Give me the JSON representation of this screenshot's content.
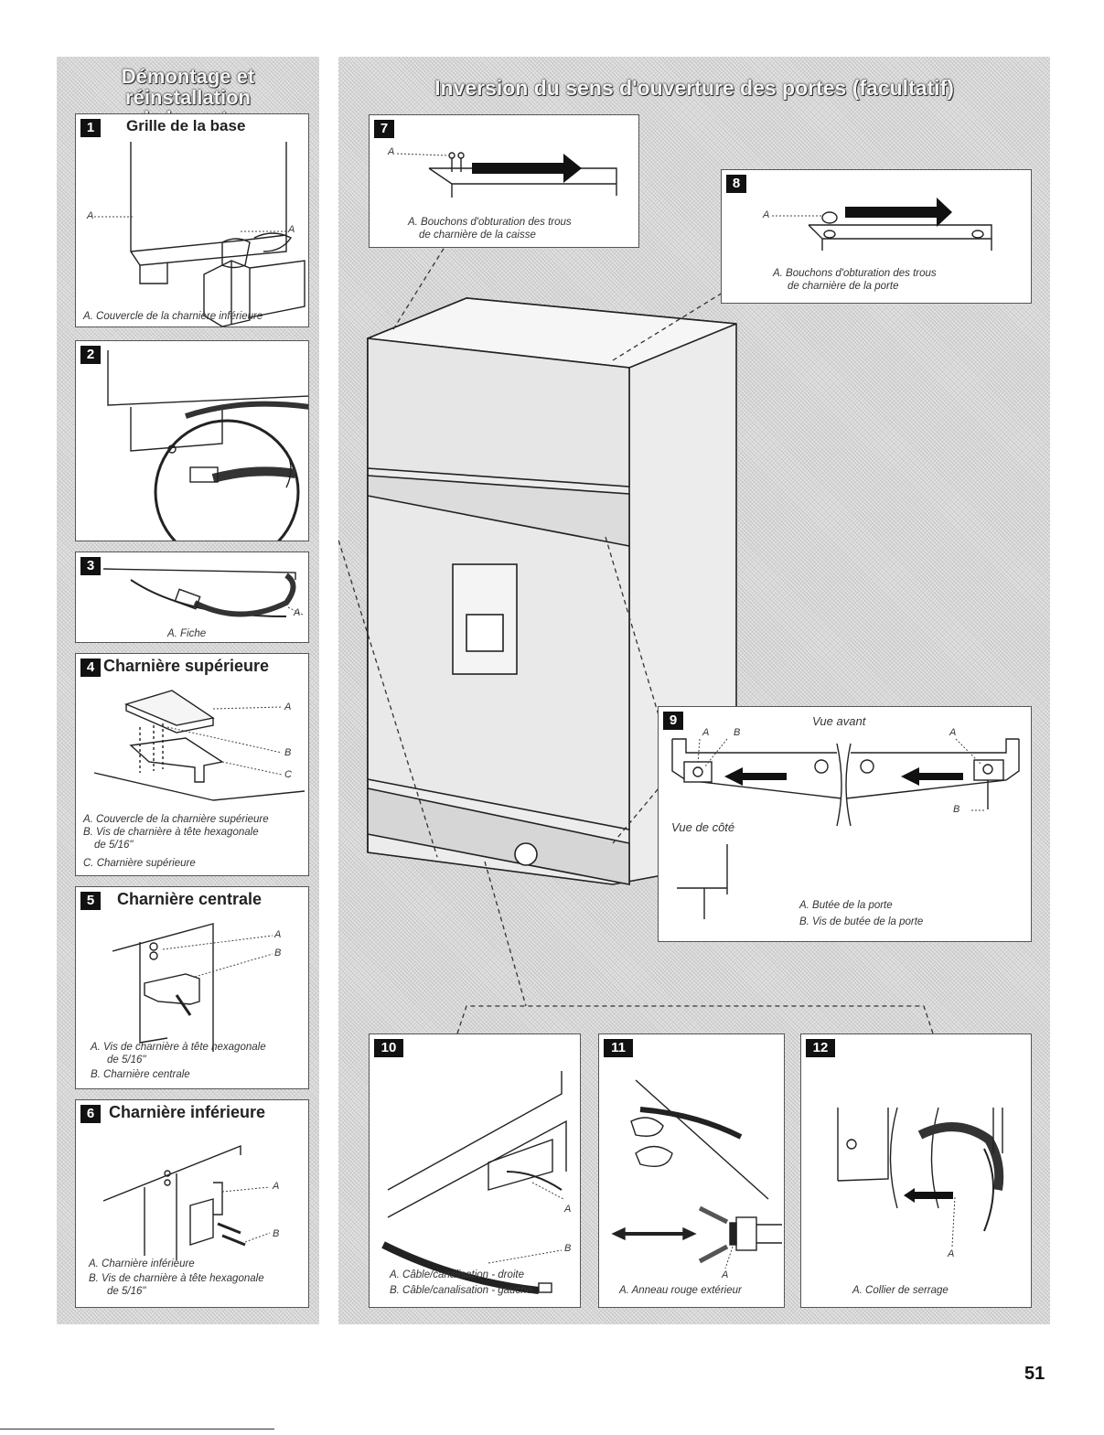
{
  "left_section": {
    "title_line1": "Démontage et réinstallation",
    "title_line2": "de la porte",
    "steps": [
      {
        "number": "1",
        "title": "Grille de la base",
        "labels": [
          "A",
          "A"
        ],
        "captions": [
          "A. Couvercle de la charnière inférieure"
        ]
      },
      {
        "number": "2"
      },
      {
        "number": "3",
        "labels": [
          "A"
        ],
        "captions": [
          "A. Fiche"
        ]
      },
      {
        "number": "4",
        "title": "Charnière supérieure",
        "labels": [
          "A",
          "B",
          "C"
        ],
        "captions": [
          "A. Couvercle de la charnière supérieure",
          "B. Vis de charnière à tête hexagonale",
          "de 5/16\"",
          "C. Charnière supérieure"
        ]
      },
      {
        "number": "5",
        "title": "Charnière centrale",
        "labels": [
          "A",
          "B"
        ],
        "captions": [
          "A. Vis de charnière à tête hexagonale",
          "de 5/16\"",
          "B. Charnière centrale"
        ]
      },
      {
        "number": "6",
        "title": "Charnière inférieure",
        "labels": [
          "A",
          "B"
        ],
        "captions": [
          "A. Charnière inférieure",
          "B. Vis de charnière à tête hexagonale",
          "de 5/16\""
        ]
      }
    ]
  },
  "right_section": {
    "title": "Inversion du sens d'ouverture des portes (facultatif)",
    "steps": [
      {
        "number": "7",
        "labels": [
          "A"
        ],
        "captions": [
          "A. Bouchons d'obturation des trous",
          "de charnière de la caisse"
        ]
      },
      {
        "number": "8",
        "labels": [
          "A"
        ],
        "captions": [
          "A. Bouchons d'obturation des trous",
          "de charnière de la porte"
        ]
      },
      {
        "number": "9",
        "view_front": "Vue avant",
        "view_side": "Vue de côté",
        "labels": [
          "A",
          "B",
          "A",
          "B"
        ],
        "captions": [
          "A. Butée de la porte",
          "B. Vis de butée de la porte"
        ]
      },
      {
        "number": "10",
        "labels": [
          "A",
          "B"
        ],
        "captions": [
          "A. Câble/canalisation - droite",
          "B. Câble/canalisation - gauche"
        ]
      },
      {
        "number": "11",
        "labels": [
          "A"
        ],
        "captions": [
          "A. Anneau rouge extérieur"
        ]
      },
      {
        "number": "12",
        "labels": [
          "A"
        ],
        "captions": [
          "A. Collier de serrage"
        ]
      }
    ]
  },
  "page_number": "51"
}
